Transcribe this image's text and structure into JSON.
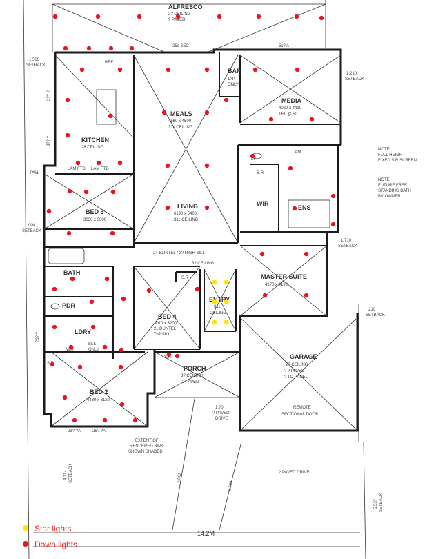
{
  "rooms": {
    "alfresco": {
      "name": "ALFRESCO",
      "line1": "2? CEILING",
      "line2": "? PAVED"
    },
    "meals": {
      "name": "MEALS",
      "line1": "4560 x 4500",
      "line2": "31c CEILING"
    },
    "kitchen": {
      "name": "KITCHEN",
      "line1": "28 CEILING"
    },
    "media": {
      "name": "MEDIA",
      "line1": "4020 x 4410",
      "line2": "TEL @ 50"
    },
    "bar": {
      "name": "BAR",
      "line1": "1?P",
      "line2": "ONLY"
    },
    "living": {
      "name": "LIVING",
      "line1": "6190 x 5400",
      "line2": "31c CEILING"
    },
    "wir": {
      "name": "WIR"
    },
    "ens": {
      "name": "ENS"
    },
    "bed3": {
      "name": "BED 3",
      "line1": "3030 x 3000"
    },
    "bath": {
      "name": "BATH"
    },
    "pdr": {
      "name": "PDR"
    },
    "ldry": {
      "name": "LDRY"
    },
    "bed4": {
      "name": "BED 4",
      "line1": "3010 x 3?00",
      "line2": "2L DUNTEL",
      "line3": "7b? SILL"
    },
    "entry": {
      "name": "ENTRY",
      "line1": "31c",
      "line2": "CEILING"
    },
    "master": {
      "name": "MASTER SUITE",
      "line1": "4170 x 4190"
    },
    "garage": {
      "name": "GARAGE",
      "line1": "2? CEILING",
      "line2": "? ? PAVED",
      "line3": "? TO PANEL"
    },
    "porch": {
      "name": "PORCH",
      "line1": "3? CEILING",
      "line2": "? PAVED"
    },
    "bed2": {
      "name": "BED 2",
      "line1": "4430 x 3120"
    }
  },
  "labels": {
    "sr1": "S.R",
    "sr2": "S.R",
    "sr3": "S.R",
    "sr4": "S.R",
    "dim_top1": "25c SEC",
    "dim_top2": "5c? A",
    "setback_left1": "1,500",
    "setback_left1b": "SETBACK",
    "setback_right1": "1,210",
    "setback_right1b": "SETBACK",
    "setback_left2": "1,000",
    "setback_left2b": "SETBACK",
    "setback_right2": "1,710",
    "setback_right2b": "SETBACK",
    "setback_right3": "210",
    "setback_right3b": "SETBACK",
    "ceiling_note": "24 BLINTEL / 2? HIGH SILL",
    "ceiling_note2": "3? CEILING",
    "note1a": "NOTE",
    "note1b": "FULL HEIGH",
    "note1c": "FIXED SIR SCREEN",
    "note2a": "NOTE",
    "note2b": "FUTURE FREE",
    "note2c": "STANDING BATH",
    "note2d": "BY OWNER",
    "remote_door": "REMOTE",
    "remote_door2": "SECTIONAL DOOR",
    "paved_drive": "? PAVED DRIVE",
    "drive_width": "1.?0",
    "drive_width2": "? PAVED",
    "drive_width3": "DRIVE",
    "render_note1": "EXTENT OF",
    "render_note2": "RENDERED BWK",
    "render_note3": "SHOWN SHADED",
    "dim_bottom1": "23? ?A",
    "dim_bottom2": "25? ?A",
    "diag1": "5,062",
    "diag2": "5,609",
    "width_total": "14.2M",
    "setback_bottom_left": "4,117",
    "setback_bottom_left2": "SETBACK",
    "setback_bottom_right": "5,537",
    "setback_bottom_right2": "SETBACK",
    "pwl": "PWL",
    "wm": "WM",
    "lm_ftd": "LAM FTD",
    "lam_ftd2": "LAM FTD",
    "lin": "LIN",
    "wdr": "WDR",
    "blk": "BLK",
    "only": "ONLY",
    "ref": "REF",
    "lam": "LAM",
    "dim_left1": "3?? ?",
    "dim_left2": "3?? ?",
    "dim_left3": "?3? ?"
  },
  "legend": {
    "star_label": "Star lights",
    "down_label": "Down lights",
    "star_color": "#ffe600",
    "down_color": "#e8141e"
  },
  "lights": {
    "down": [
      [
        80,
        24
      ],
      [
        142,
        24
      ],
      [
        202,
        24
      ],
      [
        258,
        24
      ],
      [
        318,
        24
      ],
      [
        375,
        24
      ],
      [
        430,
        24
      ],
      [
        466,
        26
      ],
      [
        95,
        70
      ],
      [
        129,
        70
      ],
      [
        161,
        70
      ],
      [
        191,
        70
      ],
      [
        119,
        101
      ],
      [
        174,
        101
      ],
      [
        244,
        101
      ],
      [
        300,
        101
      ],
      [
        370,
        101
      ],
      [
        431,
        101
      ],
      [
        98,
        145
      ],
      [
        160,
        168
      ],
      [
        98,
        196
      ],
      [
        238,
        163
      ],
      [
        300,
        163
      ],
      [
        328,
        145
      ],
      [
        393,
        173
      ],
      [
        452,
        173
      ],
      [
        113,
        236
      ],
      [
        143,
        236
      ],
      [
        174,
        236
      ],
      [
        243,
        240
      ],
      [
        300,
        240
      ],
      [
        101,
        277
      ],
      [
        125,
        278
      ],
      [
        164,
        278
      ],
      [
        243,
        301
      ],
      [
        300,
        301
      ],
      [
        366,
        226
      ],
      [
        421,
        244
      ],
      [
        483,
        284
      ],
      [
        427,
        302
      ],
      [
        483,
        325
      ],
      [
        71,
        306
      ],
      [
        100,
        338
      ],
      [
        163,
        338
      ],
      [
        380,
        368
      ],
      [
        444,
        368
      ],
      [
        105,
        404
      ],
      [
        155,
        404
      ],
      [
        79,
        419
      ],
      [
        133,
        437
      ],
      [
        179,
        433
      ],
      [
        216,
        421
      ],
      [
        286,
        419
      ],
      [
        384,
        428
      ],
      [
        444,
        428
      ],
      [
        79,
        474
      ],
      [
        135,
        474
      ],
      [
        103,
        503
      ],
      [
        152,
        503
      ],
      [
        176,
        507
      ],
      [
        245,
        514
      ],
      [
        257,
        516
      ],
      [
        76,
        528
      ],
      [
        116,
        532
      ],
      [
        175,
        532
      ],
      [
        94,
        576
      ],
      [
        177,
        586
      ],
      [
        108,
        609
      ],
      [
        152,
        609
      ],
      [
        196,
        609
      ]
    ],
    "star": [
      [
        311,
        409
      ],
      [
        328,
        409
      ],
      [
        311,
        437
      ],
      [
        328,
        437
      ],
      [
        311,
        467
      ],
      [
        328,
        467
      ]
    ]
  }
}
